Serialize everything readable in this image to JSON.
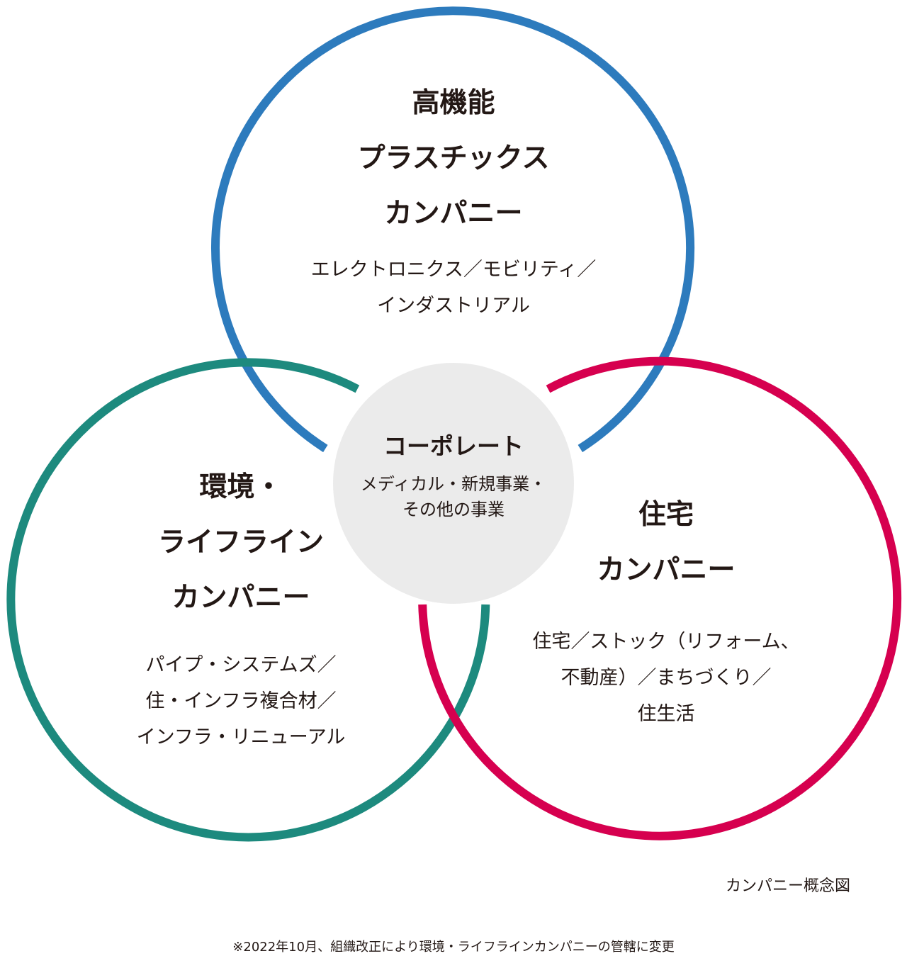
{
  "colors": {
    "top": "#2d7bbd",
    "left": "#1d8a7e",
    "right": "#d6004f",
    "center_fill": "#ebebeb",
    "text": "#231815"
  },
  "top": {
    "title": [
      "高機能",
      "プラスチックス",
      "カンパニー"
    ],
    "desc": [
      "エレクトロニクス／モビリティ／",
      "インダストリアル"
    ]
  },
  "left": {
    "title": [
      "環境・",
      "ライフライン",
      "カンパニー"
    ],
    "desc": [
      "パイプ・システムズ／",
      "住・インフラ複合材／",
      "インフラ・リニューアル"
    ]
  },
  "right": {
    "title": [
      "住宅",
      "カンパニー"
    ],
    "desc": [
      "住宅／ストック（リフォーム、",
      "不動産）／まちづくり／",
      "住生活"
    ]
  },
  "center": {
    "title": "コーポレート",
    "desc": [
      "メディカル・新規事業・",
      "その他の事業"
    ]
  },
  "caption": "カンパニー概念図",
  "footnote": "※2022年10月、組織改正により環境・ライフラインカンパニーの管轄に変更"
}
